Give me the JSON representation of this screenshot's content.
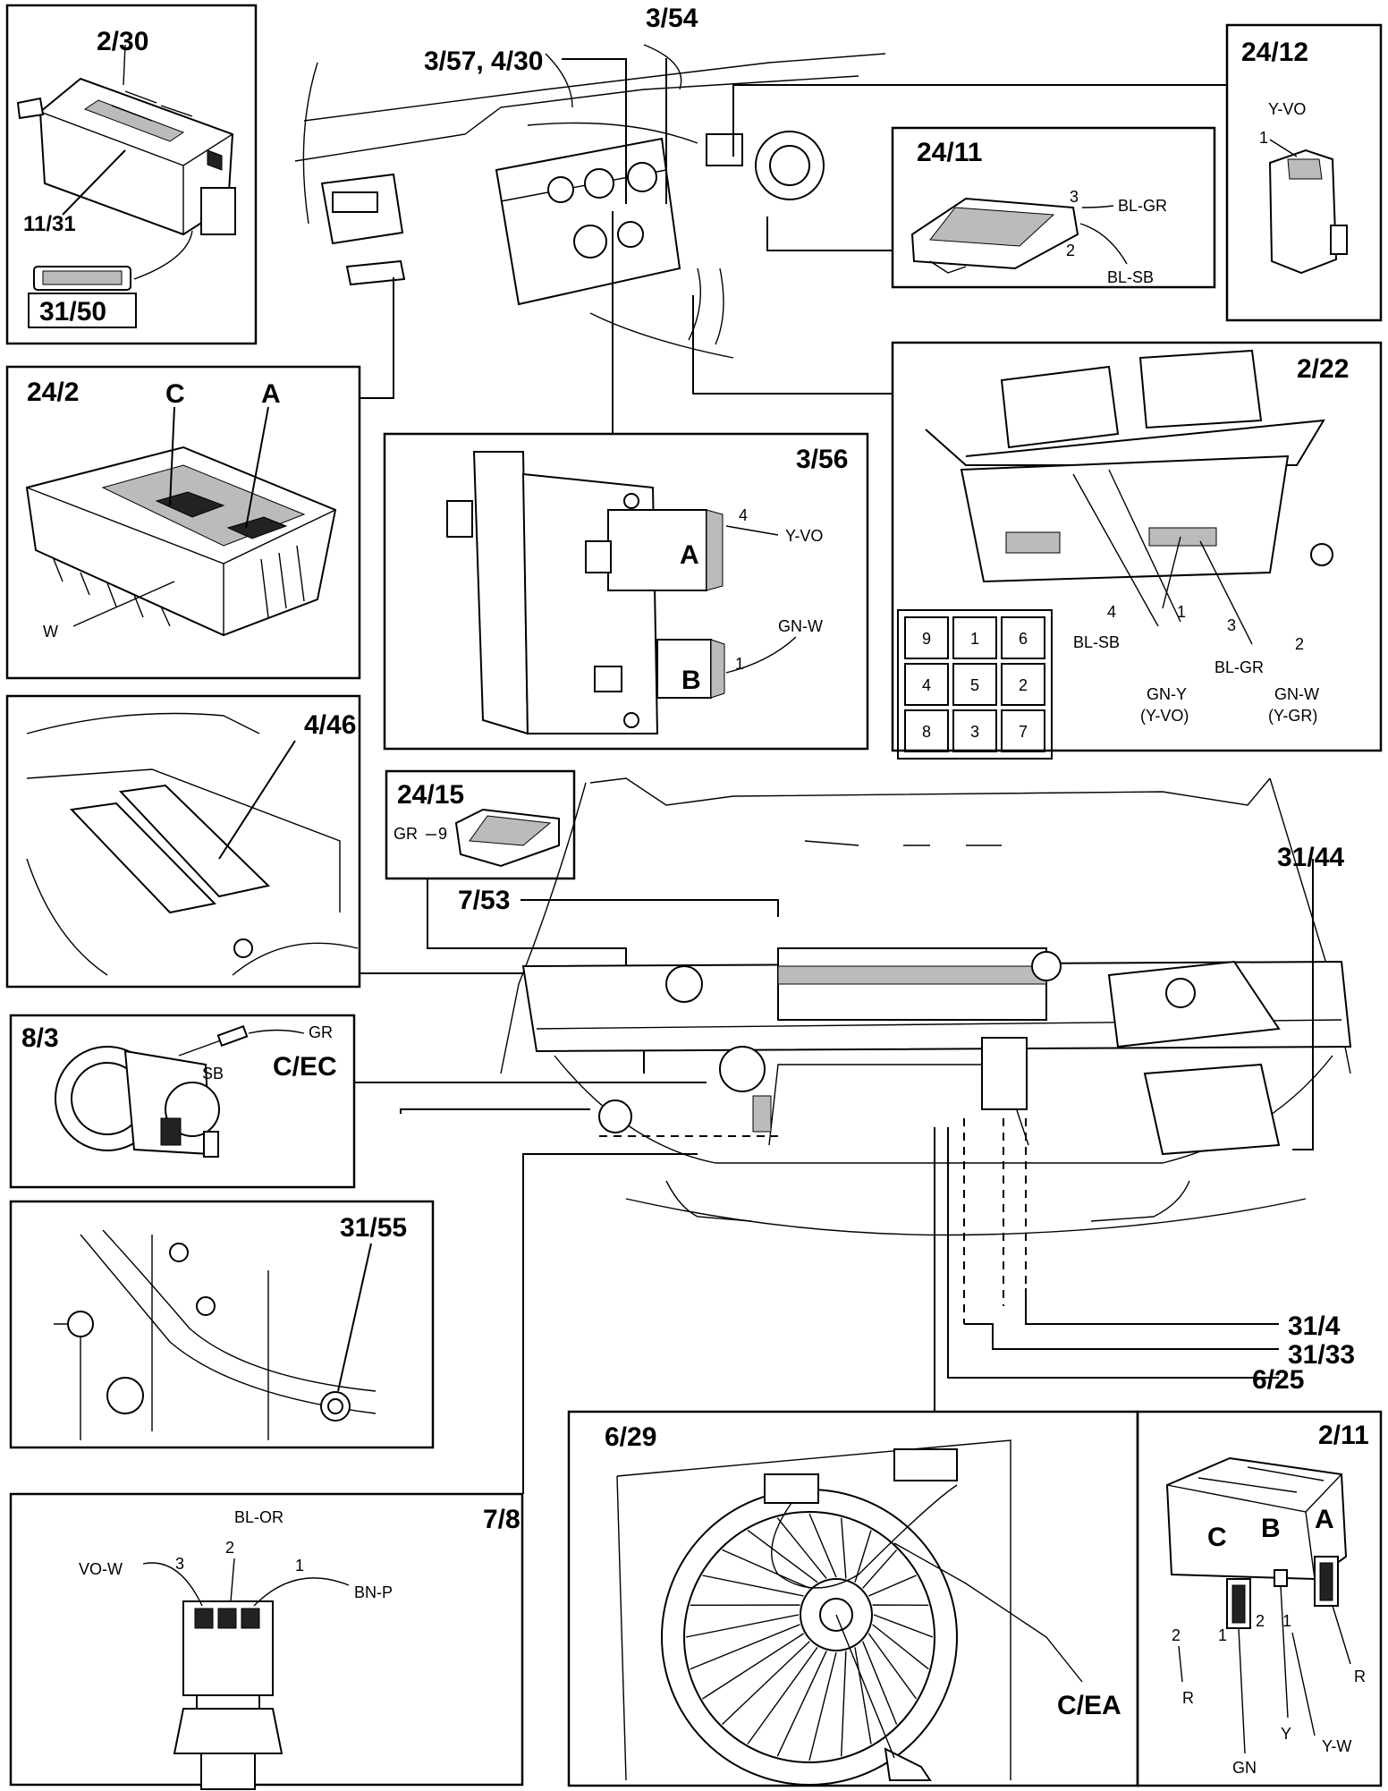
{
  "components": {
    "c2_30": "2/30",
    "c11_31": "11/31",
    "c31_50": "31/50",
    "c3_57": "3/57, 4/30",
    "c3_54": "3/54",
    "c24_12": "24/12",
    "c24_11": "24/11",
    "c24_2": "24/2",
    "c3_56": "3/56",
    "c2_22": "2/22",
    "c4_46": "4/46",
    "c24_15": "24/15",
    "c7_53": "7/53",
    "c31_44": "31/44",
    "c8_3": "8/3",
    "c_ec": "C/EC",
    "c31_55": "31/55",
    "c31_4": "31/4",
    "c31_33": "31/33",
    "c6_25": "6/25",
    "c6_29": "6/29",
    "c2_11": "2/11",
    "c7_8": "7/8",
    "c_ea": "C/EA"
  },
  "connector_24_12": {
    "wire": "Y-VO",
    "pin": "1"
  },
  "connector_24_11": {
    "wire_3": "BL-GR",
    "pin_3": "3",
    "wire_2": "BL-SB",
    "pin_2": "2"
  },
  "connector_24_2": {
    "label_c": "C",
    "label_a": "A",
    "label_w": "W"
  },
  "connector_3_56": {
    "part_a": "A",
    "part_b": "B",
    "pin_4": "4",
    "wire_4": "Y-VO",
    "pin_1": "1",
    "wire_1": "GN-W"
  },
  "relay_2_22": {
    "grid": [
      "9",
      "1",
      "6",
      "4",
      "5",
      "2",
      "8",
      "3",
      "7"
    ],
    "pin_4": "4",
    "wire_4": "BL-SB",
    "pin_1": "1",
    "wire_1": "GN-Y",
    "wire_1_alt": "(Y-VO)",
    "pin_3": "3",
    "wire_3": "BL-GR",
    "pin_2": "2",
    "wire_2": "GN-W",
    "wire_2_alt": "(Y-GR)"
  },
  "connector_24_15": {
    "wire": "GR",
    "pin": "9"
  },
  "compressor_8_3": {
    "wire_gr": "GR",
    "wire_sb": "SB"
  },
  "pressure_switch_7_8": {
    "wire_2": "BL-OR",
    "pin_2": "2",
    "wire_3": "VO-W",
    "pin_3": "3",
    "wire_1": "BN-P",
    "pin_1": "1"
  },
  "relay_2_11": {
    "label_c": "C",
    "label_b": "B",
    "label_a": "A",
    "pin_c2": "2",
    "pin_c1": "1",
    "pin_b2": "2",
    "pin_a1": "1",
    "wire_r1": "R",
    "wire_r2": "R",
    "wire_gn": "GN",
    "wire_y": "Y",
    "wire_yw": "Y-W"
  }
}
